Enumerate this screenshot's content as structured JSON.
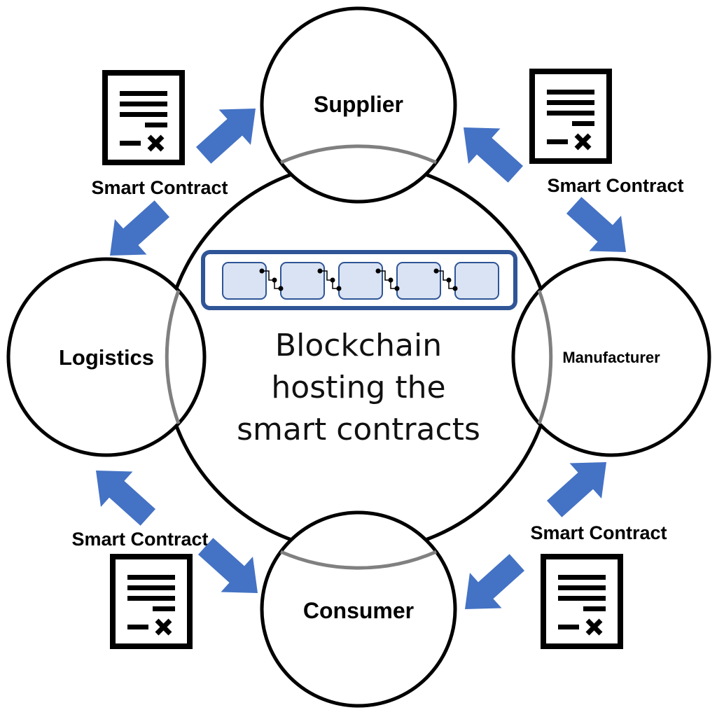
{
  "center": {
    "lines": [
      "Blockchain",
      "hosting the",
      "smart contracts"
    ]
  },
  "nodes": {
    "supplier": "Supplier",
    "manufacturer": "Manufacturer",
    "consumer": "Consumer",
    "logistics": "Logistics"
  },
  "contracts": {
    "top_left": "Smart Contract",
    "top_right": "Smart Contract",
    "bottom_left": "Smart Contract",
    "bottom_right": "Smart Contract"
  },
  "colors": {
    "arrow": "#4472C4",
    "block_fill": "#DAE3F3",
    "chain_border": "#2F5597",
    "center_circle": "#000000",
    "node_overlap_stroke": "#808080"
  },
  "icons": {
    "contract": "document-signature-icon",
    "blockchain": "blockchain-icon",
    "arrow": "arrow-icon"
  }
}
